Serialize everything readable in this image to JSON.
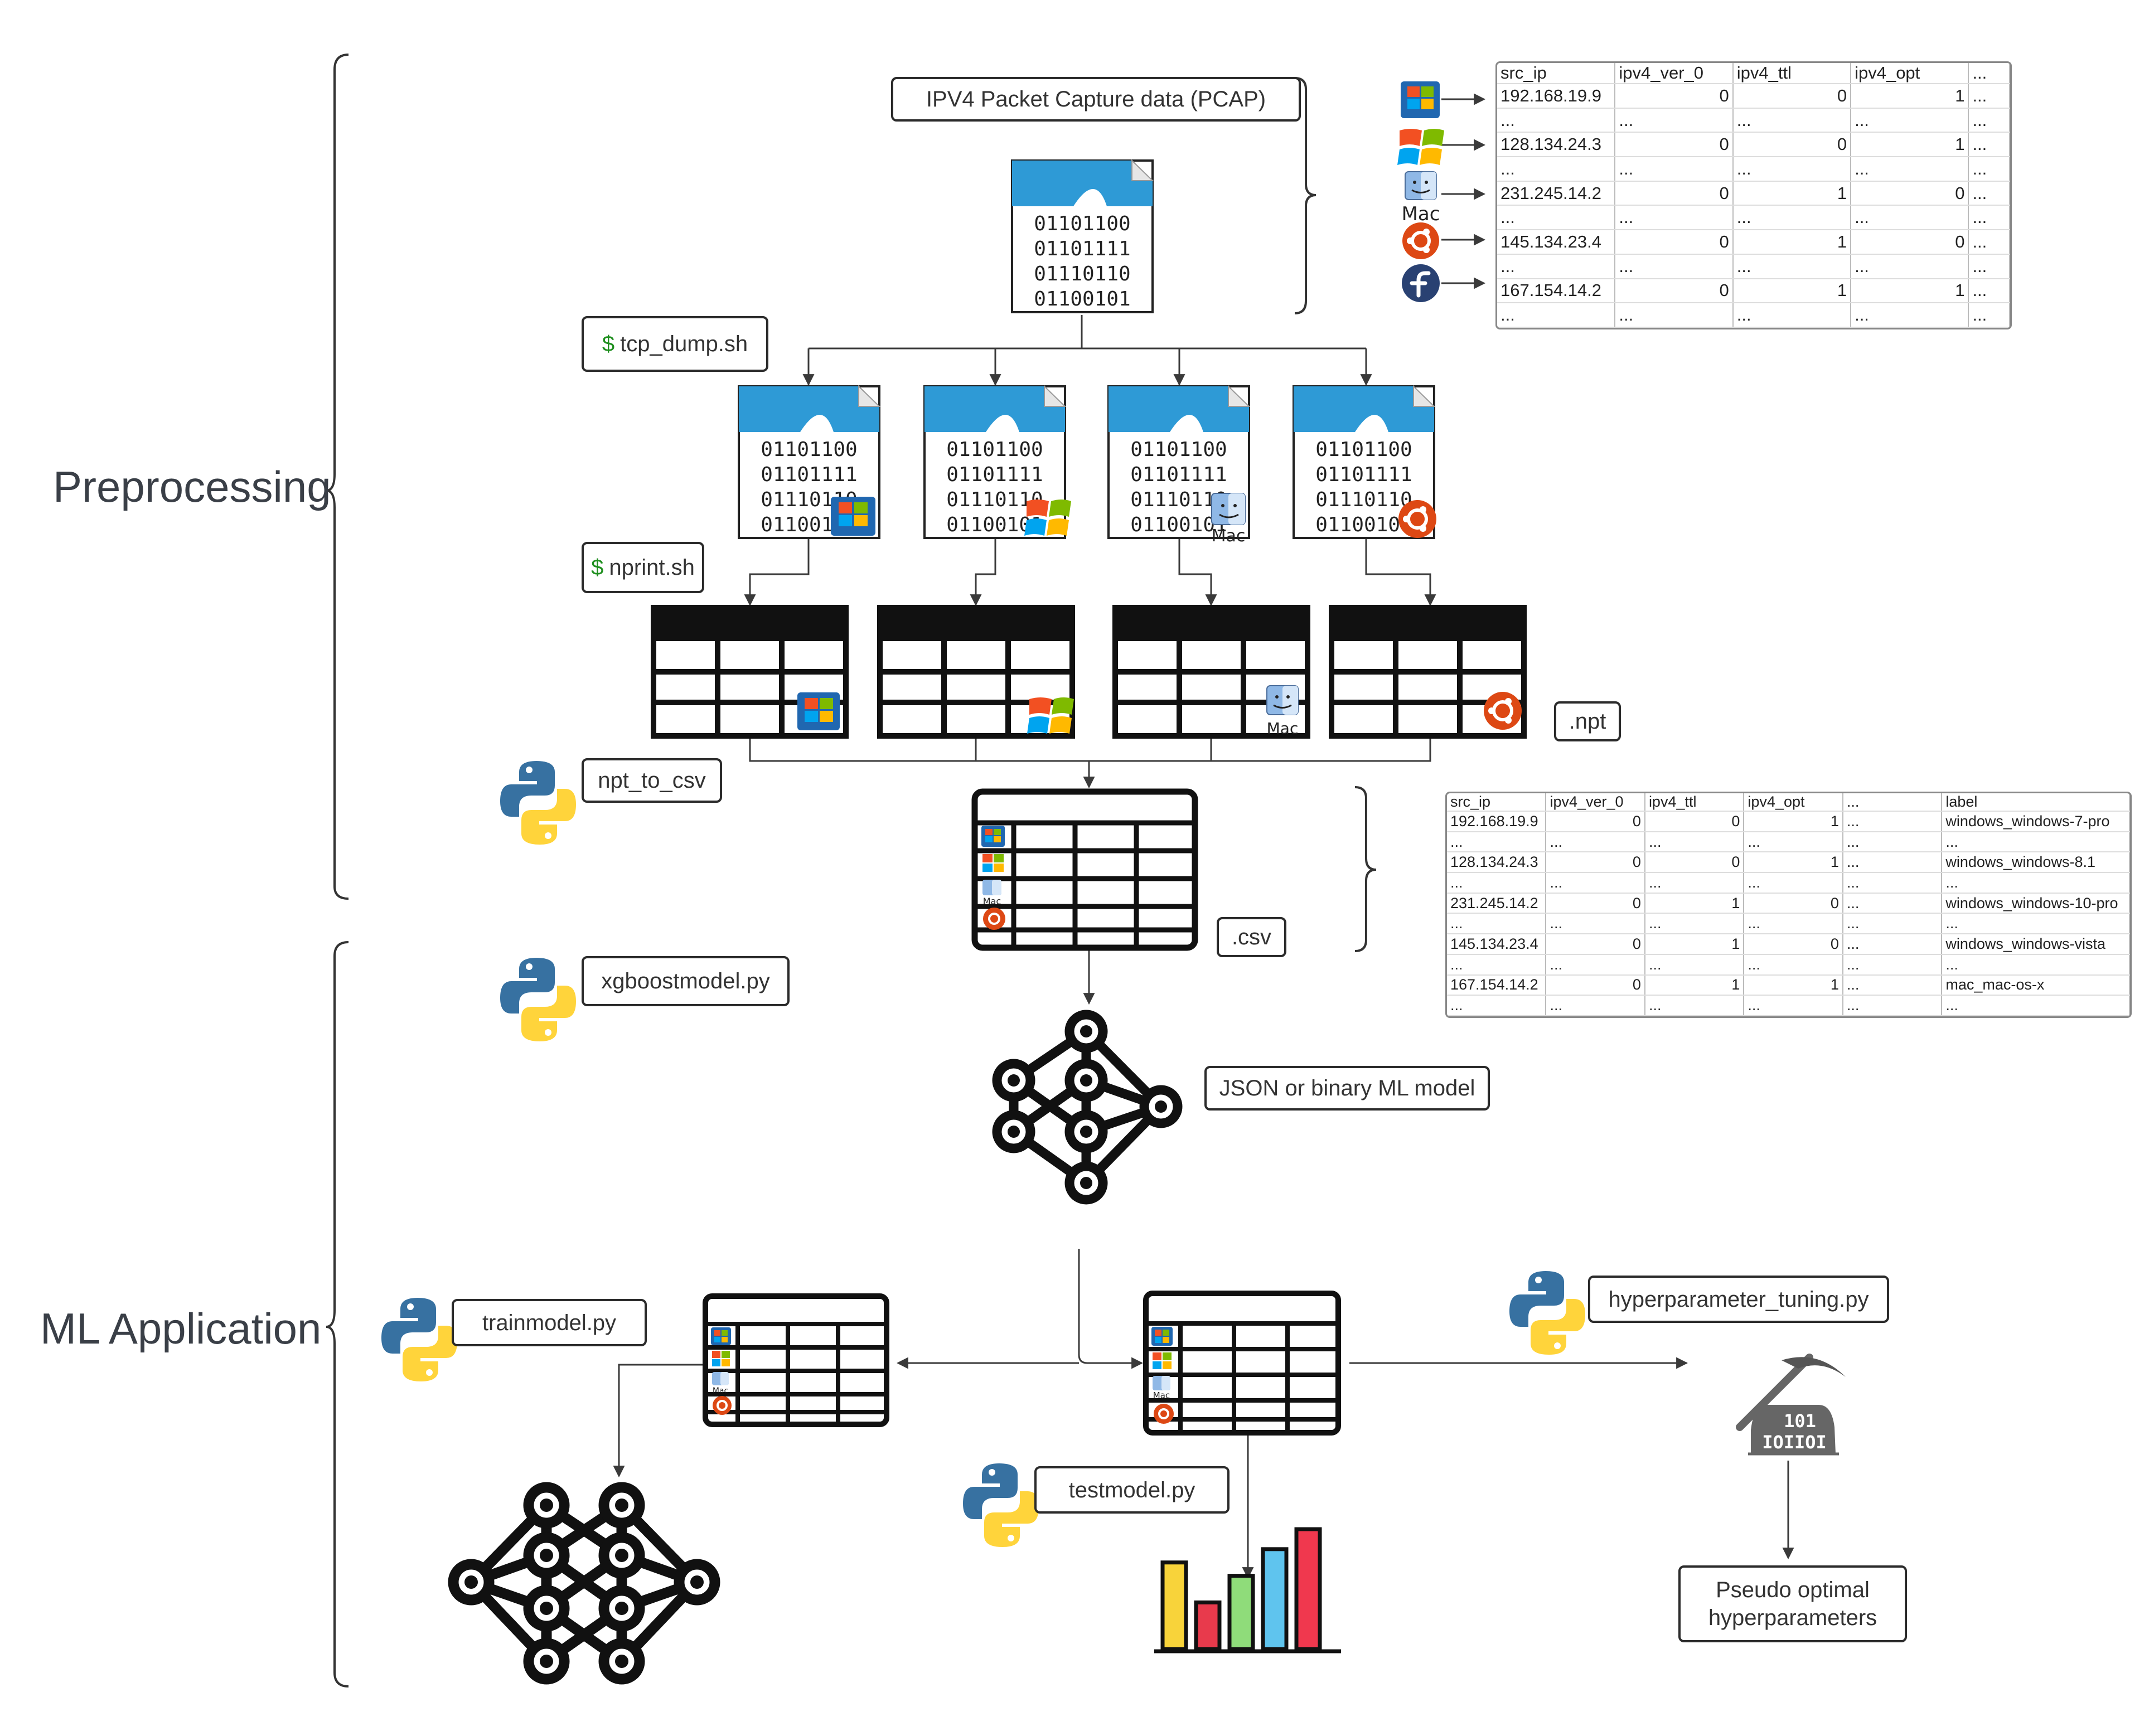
{
  "sections": {
    "preprocessing": "Preprocessing",
    "ml_application": "ML Application"
  },
  "labels": {
    "pcap": "IPV4 Packet Capture data (PCAP)",
    "tcp_dump": "tcp_dump.sh",
    "nprint": "nprint.sh",
    "dollar": "$",
    "npt_ext": ".npt",
    "npt_to_csv": "npt_to_csv",
    "csv_ext": ".csv",
    "xgboost": "xgboostmodel.py",
    "ml_model": "JSON or binary ML model",
    "trainmodel": "trainmodel.py",
    "testmodel": "testmodel.py",
    "hyperparameter": "hyperparameter_tuning.py",
    "pseudo_line1": "Pseudo optimal",
    "pseudo_line2": "hyperparameters"
  },
  "binary_lines": [
    "01101100",
    "01101111",
    "01110110",
    "01100101"
  ],
  "icons": {
    "mac_label": "Mac",
    "win7_label": "Windows 7",
    "hammer_bits_top": "101",
    "hammer_bits_bottom": "IOIIOI"
  },
  "table_top": {
    "headers": [
      "src_ip",
      "ipv4_ver_0",
      "ipv4_ttl",
      "ipv4_opt",
      "..."
    ],
    "rows": [
      [
        "192.168.19.9",
        "0",
        "0",
        "1",
        "..."
      ],
      [
        "...",
        "...",
        "...",
        "...",
        "..."
      ],
      [
        "128.134.24.3",
        "0",
        "0",
        "1",
        "..."
      ],
      [
        "...",
        "...",
        "...",
        "...",
        "..."
      ],
      [
        "231.245.14.2",
        "0",
        "1",
        "0",
        "..."
      ],
      [
        "...",
        "...",
        "...",
        "...",
        "..."
      ],
      [
        "145.134.23.4",
        "0",
        "1",
        "0",
        "..."
      ],
      [
        "...",
        "...",
        "...",
        "...",
        "..."
      ],
      [
        "167.154.14.2",
        "0",
        "1",
        "1",
        "..."
      ],
      [
        "...",
        "...",
        "...",
        "...",
        "..."
      ]
    ]
  },
  "table_labeled": {
    "headers": [
      "src_ip",
      "ipv4_ver_0",
      "ipv4_ttl",
      "ipv4_opt",
      "...",
      "label"
    ],
    "rows": [
      [
        "192.168.19.9",
        "0",
        "0",
        "1",
        "...",
        "windows_windows-7-pro"
      ],
      [
        "...",
        "...",
        "...",
        "...",
        "...",
        "..."
      ],
      [
        "128.134.24.3",
        "0",
        "0",
        "1",
        "...",
        "windows_windows-8.1"
      ],
      [
        "...",
        "...",
        "...",
        "...",
        "...",
        "..."
      ],
      [
        "231.245.14.2",
        "0",
        "1",
        "0",
        "...",
        "windows_windows-10-pro"
      ],
      [
        "...",
        "...",
        "...",
        "...",
        "...",
        "..."
      ],
      [
        "145.134.23.4",
        "0",
        "1",
        "0",
        "...",
        "windows_windows-vista"
      ],
      [
        "...",
        "...",
        "...",
        "...",
        "...",
        "..."
      ],
      [
        "167.154.14.2",
        "0",
        "1",
        "1",
        "...",
        "mac_mac-os-x"
      ],
      [
        "...",
        "...",
        "...",
        "...",
        "...",
        "..."
      ]
    ]
  },
  "colors": {
    "line": "#2b2b2b",
    "file_blue": "#2e9ad6",
    "win_red": "#f25022",
    "win_green": "#7fba00",
    "win_blue": "#00a4ef",
    "win_yellow": "#ffb900",
    "ubuntu": "#dd4814",
    "fedora": "#294172",
    "python_blue": "#3771a1",
    "python_yellow": "#ffd43b"
  },
  "bars": {
    "values": [
      6.5,
      3.5,
      5.5,
      7.5,
      9
    ],
    "colors": [
      "#f8d33a",
      "#e83a4c",
      "#8fdc7a",
      "#5fc4ee",
      "#f0384e"
    ]
  }
}
